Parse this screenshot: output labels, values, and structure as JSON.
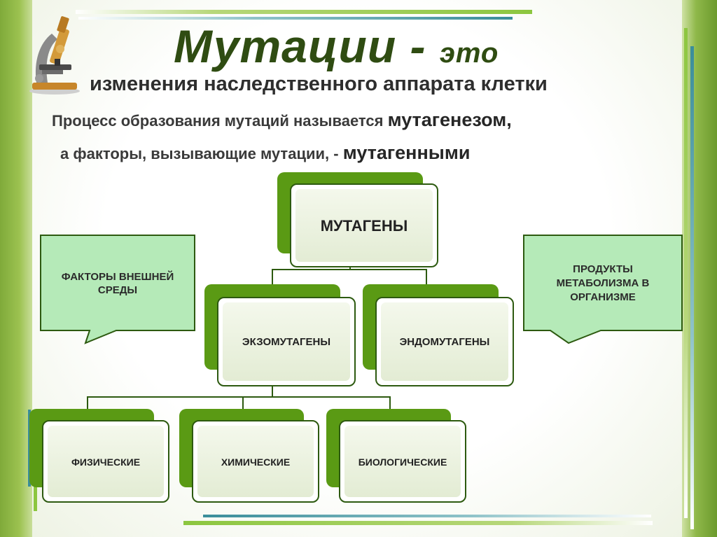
{
  "slide": {
    "title_main": "Мутации -",
    "title_tail": "это",
    "line1": "изменения наследственного аппарата клетки",
    "line2_prefix": "Процесс образования мутаций называется",
    "line2_term": "мутагенезом,",
    "line3_prefix": "а факторы, вызывающие мутации, -",
    "line3_term": "мутагенными"
  },
  "diagram": {
    "root": "МУТАГЕНЫ",
    "level2": [
      "ЭКЗОМУТАГЕНЫ",
      "ЭНДОМУТАГЕНЫ"
    ],
    "level3": [
      "ФИЗИЧЕСКИЕ",
      "ХИМИЧЕСКИЕ",
      "БИОЛОГИЧЕСКИЕ"
    ],
    "callout_left": [
      "ФАКТОРЫ ВНЕШНЕЙ",
      "СРЕДЫ"
    ],
    "callout_right": [
      "ПРОДУКТЫ",
      "МЕТАБОЛИЗМА В",
      "ОРГАНИЗМЕ"
    ]
  },
  "colors": {
    "accent_dark": "#2d5a10",
    "accent_green": "#5a9a14",
    "callout_fill": "#b5eab8",
    "frame_green": "#8fb84a"
  },
  "icons": [
    "microscope-icon"
  ]
}
